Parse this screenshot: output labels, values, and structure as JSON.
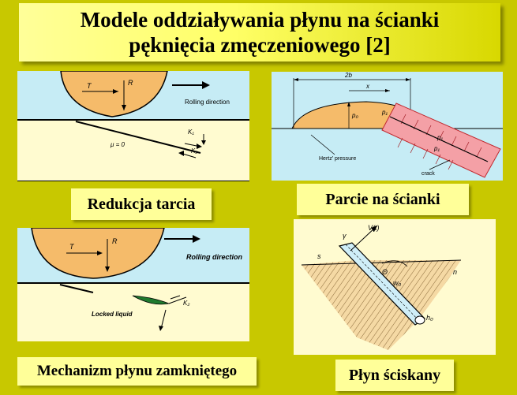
{
  "title": {
    "line1": "Modele oddziaływania płynu na ścianki",
    "line2": "pęknięcia zmęczeniowego [2]"
  },
  "panels": {
    "friction": {
      "caption": "Redukcja tarcia",
      "labels": {
        "T": "T",
        "R": "R",
        "rolling": "Rolling direction",
        "mu": "μ = 0",
        "KI": "K₁",
        "KII": "K₂"
      }
    },
    "pressure": {
      "caption": "Parcie na ścianki",
      "labels": {
        "two_b": "2b",
        "x": "x",
        "p0": "p₀",
        "pl": "p₁",
        "hertz": "Hertz' pressure",
        "crack": "crack"
      }
    },
    "locked": {
      "caption": "Mechanizm płynu zamkniętego",
      "labels": {
        "T": "T",
        "R": "R",
        "rolling": "Rolling direction",
        "locked": "Locked liquid",
        "KII": "K₂"
      }
    },
    "compressed": {
      "caption": "Płyn ściskany",
      "labels": {
        "s": "s",
        "gamma": "γ",
        "V0": "V(t)",
        "theta": "Θ",
        "w0": "w₀",
        "n": "n",
        "h0": "h₀"
      }
    }
  }
}
